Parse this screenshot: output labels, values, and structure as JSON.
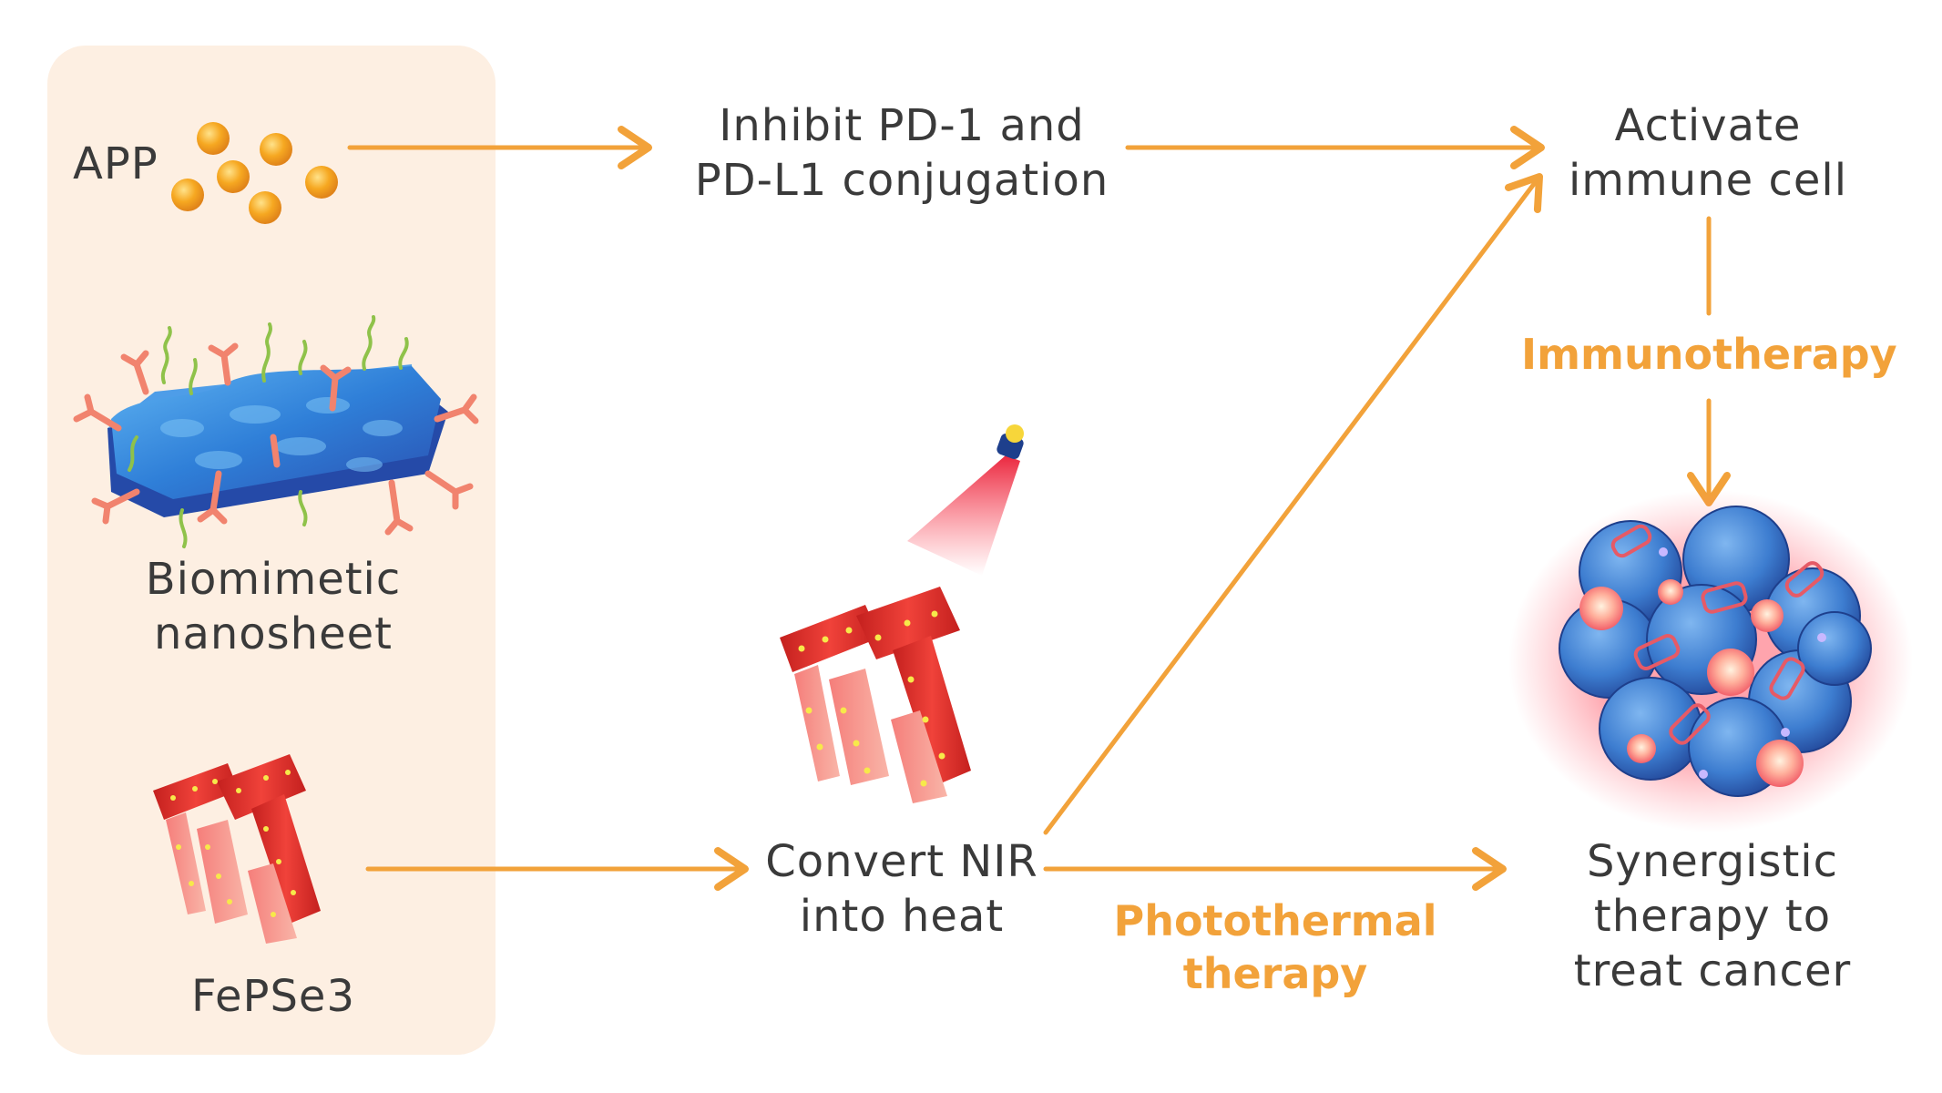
{
  "colors": {
    "arrow": "#F2A23A",
    "accent_text": "#F2A23A",
    "panel_bg": "#FDEFE2",
    "sphere": "#F4A21F",
    "sheet_blue": "#2F7FD8",
    "ribbon_red": "#E8332A",
    "dot_yellow": "#F7E94A",
    "cell_blue": "#3D7DD0",
    "glow": "#FF5A6A"
  },
  "left_panel": {
    "app_label": "APP",
    "nanosheet_label_line1": "Biomimetic",
    "nanosheet_label_line2": "nanosheet",
    "fepse_label": "FePSe3"
  },
  "steps": {
    "inhibit_line1": "Inhibit PD-1 and",
    "inhibit_line2": "PD-L1 conjugation",
    "activate_line1": "Activate",
    "activate_line2": "immune cell",
    "convert_line1": "Convert NIR",
    "convert_line2": "into heat",
    "synergy_line1": "Synergistic",
    "synergy_line2": "therapy to",
    "synergy_line3": "treat cancer"
  },
  "therapies": {
    "immuno": "Immunotherapy",
    "photo_line1": "Photothermal",
    "photo_line2": "therapy"
  },
  "icons": [
    "sphere-cluster-icon",
    "nanosheet-illustration",
    "fepse3-ribbon-icon",
    "laser-emitter-icon",
    "tumor-cluster-illustration"
  ]
}
